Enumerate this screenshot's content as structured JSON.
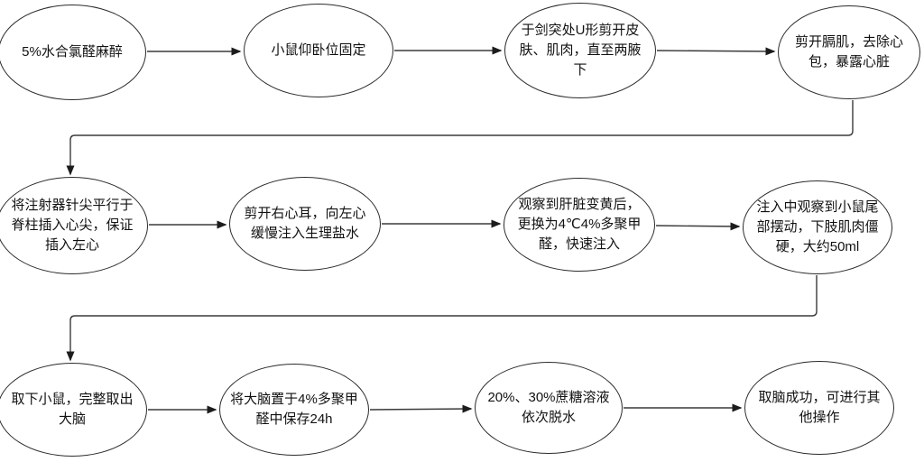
{
  "diagram": {
    "type": "flowchart",
    "language": "zh-CN",
    "description_not_shown_on_screen": "",
    "colors": {
      "background": "#ffffff",
      "node_stroke": "#2b2b2b",
      "node_fill": "#ffffff",
      "connector": "#3a3a3a",
      "text": "#111111"
    },
    "nodes": [
      {
        "id": 1,
        "label": "5%水合氯醛麻醉"
      },
      {
        "id": 2,
        "label": "小鼠仰卧位固定"
      },
      {
        "id": 3,
        "label": "于剑突处U形剪开皮肤、肌肉，直至两腋下"
      },
      {
        "id": 4,
        "label": "剪开膈肌，去除心包，暴露心脏"
      },
      {
        "id": 5,
        "label": "将注射器针尖平行于脊柱插入心尖，保证插入左心"
      },
      {
        "id": 6,
        "label": "剪开右心耳，向左心缓慢注入生理盐水"
      },
      {
        "id": 7,
        "label": "观察到肝脏变黄后，更换为4℃4%多聚甲醛，快速注入"
      },
      {
        "id": 8,
        "label": "注入中观察到小鼠尾部摆动，下肢肌肉僵硬，大约50ml"
      },
      {
        "id": 9,
        "label": "取下小鼠，完整取出大脑"
      },
      {
        "id": 10,
        "label": "将大脑置于4%多聚甲醛中保存24h"
      },
      {
        "id": 11,
        "label": "20%、30%蔗糖溶液依次脱水"
      },
      {
        "id": 12,
        "label": "取脑成功，可进行其他操作"
      }
    ],
    "edges": [
      {
        "from": 1,
        "to": 2
      },
      {
        "from": 2,
        "to": 3
      },
      {
        "from": 3,
        "to": 4
      },
      {
        "from": 4,
        "to": 5
      },
      {
        "from": 5,
        "to": 6
      },
      {
        "from": 6,
        "to": 7
      },
      {
        "from": 7,
        "to": 8
      },
      {
        "from": 8,
        "to": 9
      },
      {
        "from": 9,
        "to": 10
      },
      {
        "from": 10,
        "to": 11
      },
      {
        "from": 11,
        "to": 12
      }
    ]
  }
}
